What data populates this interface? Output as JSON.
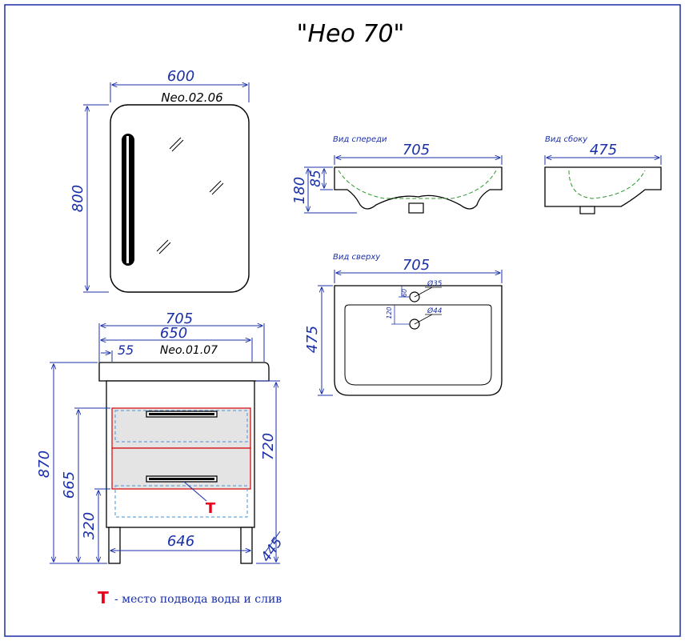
{
  "title": "\"Нео 70\"",
  "mirror": {
    "code": "Neo.02.06",
    "width": "600",
    "height": "800"
  },
  "cabinet": {
    "code": "Neo.01.07",
    "top_width": "705",
    "body_width": "650",
    "offset": "55",
    "height_total": "870",
    "height_body": "720",
    "height_drawers": "665",
    "height_legs": "320",
    "base_width": "646",
    "depth": "445"
  },
  "views": {
    "front_label": "Вид спереди",
    "side_label": "Вид сбоку",
    "top_label": "Вид сверху"
  },
  "basin": {
    "front_width": "705",
    "front_height": "180",
    "front_bowl": "85",
    "side_depth": "475",
    "top_width": "705",
    "top_depth": "475",
    "tap_hole": "Ø35",
    "drain_hole": "Ø44",
    "tap_offset": "60",
    "drain_offset": "120"
  },
  "legend": {
    "marker": "T",
    "text": "- место подвода воды и слив"
  },
  "colors": {
    "dimension": "#1a2fa8",
    "marker": "#e8001c",
    "highlight": "#d40000",
    "hidden_line": "#2a9a2a",
    "drawer_fill": "#e4e4e4"
  }
}
